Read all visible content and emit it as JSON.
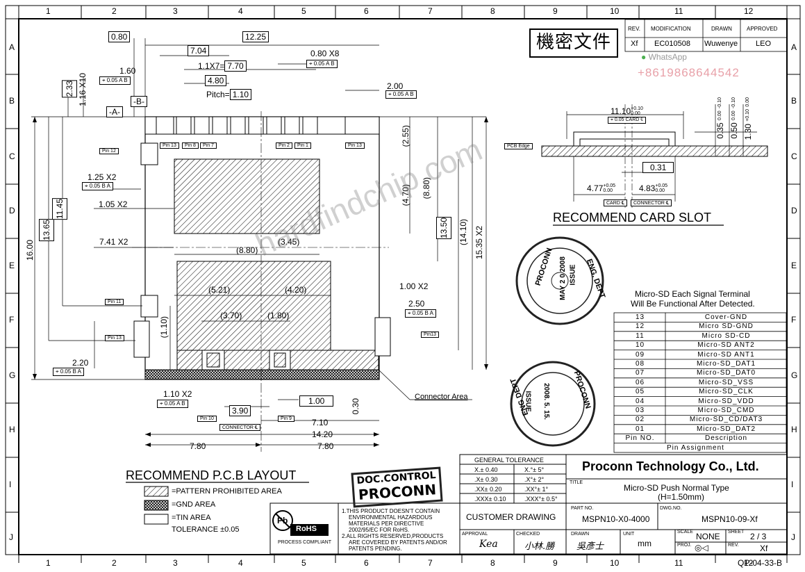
{
  "grid": {
    "cols": [
      "1",
      "2",
      "3",
      "4",
      "5",
      "6",
      "7",
      "8",
      "9",
      "10",
      "11",
      "12"
    ],
    "rows": [
      "A",
      "B",
      "C",
      "D",
      "E",
      "F",
      "G",
      "H",
      "I",
      "J"
    ]
  },
  "revision_table": {
    "headers": [
      "REV.",
      "MODIFICATION",
      "DRAWN",
      "APPROVED"
    ],
    "row": [
      "Xf",
      "EC010508",
      "Wuwenye",
      "LEO"
    ]
  },
  "stamp_confidential": "機密文件",
  "overlay": {
    "app": "WhatsApp",
    "phone": "+8619868644542"
  },
  "watermark": "hardfindchip.com",
  "pcb": {
    "title": "RECOMMEND P.C.B LAYOUT",
    "dims": {
      "d080": "0.80",
      "d1225": "12.25",
      "d704": "7.04",
      "d080x8": "0.80 X8",
      "d11x7": "1.1X7=",
      "d770": "7.70",
      "d160": "1.60",
      "d480": "4.80",
      "pitch": "Pitch=",
      "d110": "1.10",
      "d200": "2.00",
      "d233": "2.33",
      "d116x10": "1.16 X10",
      "refA": "-A-",
      "refB": "-B-",
      "d125x2": "1.25 X2",
      "d105x2": "1.05 X2",
      "d741x2": "7.41 X2",
      "d1600": "16.00",
      "d1365": "13.65",
      "d1145": "11.45",
      "d880p": "(8.80)",
      "d345p": "(3.45)",
      "d521p": "(5.21)",
      "d420p": "(4.20)",
      "d370p": "(3.70)",
      "d180p": "(1.80)",
      "d110p": "(1.10)",
      "d255p": "(2.55)",
      "d470p": "(4.70)",
      "d880v": "(8.80)",
      "d1350": "13.50",
      "d1410p": "(14.10)",
      "d1535x2": "15.35 X2",
      "d100x2": "1.00 X2",
      "d250": "2.50",
      "d220": "2.20",
      "d110x2": "1.10 X2",
      "d390": "3.90",
      "d100": "1.00",
      "d030": "0.30",
      "d710": "7.10",
      "d1420": "14.20",
      "d780a": "7.80",
      "d780b": "7.80"
    },
    "tol": {
      "t1": "0.05",
      "t1r": [
        "A",
        "B"
      ],
      "t2": "0.05",
      "t2r": [
        "A",
        "B"
      ],
      "t3": "0.05",
      "t3r": [
        "A",
        "B"
      ],
      "t4": "0.05",
      "t4r": [
        "B",
        "A"
      ],
      "t5": "0.05",
      "t5r": [
        "B",
        "A"
      ],
      "t6": "0.05",
      "t6r": [
        "B",
        "A"
      ],
      "t7": "0.05",
      "t7r": [
        "A",
        "B"
      ]
    },
    "pin_labels": {
      "p13a": "Pin 13",
      "p8": "Pin 8",
      "p7": "Pin 7",
      "p2": "Pin 2",
      "p1": "Pin 1",
      "p13b": "Pin 13",
      "p12": "Pin 12",
      "p11": "Pin 11",
      "p13c": "Pin 13",
      "p13d": "Pin13",
      "p10": "Pin 10",
      "p9": "Pin 9"
    },
    "connector_cl": "CONNECTOR ℄",
    "connector_area": "Connector Area",
    "legend": {
      "prohibited": "=PATTERN PROHIBITED AREA",
      "gnd": "=GND AREA",
      "tin": "=TIN AREA",
      "tolerance": "TOLERANCE ±0.05"
    }
  },
  "card_slot": {
    "title": "RECOMMEND CARD SLOT",
    "d1110": "11.10",
    "d1110_tol_up": "+0.10",
    "d1110_tol_dn": "0.00",
    "tol_val": "0.05",
    "tol_ref": "CARD ℄",
    "pcb_edge": "PCB Edge",
    "d035": "0.35",
    "d035_up": "0.00",
    "d035_dn": "-0.10",
    "d050": "0.50",
    "d050_up": "0.00",
    "d050_dn": "-0.10",
    "d130": "1.30",
    "d130_up": "+0.10",
    "d130_dn": "0.00",
    "d031": "0.31",
    "d477": "4.77",
    "d477_up": "+0.05",
    "d477_dn": "0.00",
    "d483": "4.83",
    "d483_up": "+0.05",
    "d483_dn": "0.00",
    "card_cl": "CARD ℄",
    "connector_cl": "CONNECTOR ℄"
  },
  "stamps": {
    "issue1": {
      "company": "PROCONN",
      "date": "MAY 2 0 2008",
      "text": "ISSUE",
      "dept": "ENG. DEPT"
    },
    "issue2": {
      "company": "PROCONN",
      "date": "2008. 5. 15.",
      "text": "ISSUE",
      "dept": "ENG DEPT"
    },
    "doc_control": [
      "DOC.CONTROL",
      "PROCONN"
    ]
  },
  "pin_assignment": {
    "note1": "Micro-SD Each Signal Terminal",
    "note2": "Will Be Functional After Detected.",
    "rows": [
      {
        "no": "13",
        "desc": "Cover-GND"
      },
      {
        "no": "12",
        "desc": "Micro SD-GND"
      },
      {
        "no": "11",
        "desc": "Micro SD-CD"
      },
      {
        "no": "10",
        "desc": "Micro-SD ANT2"
      },
      {
        "no": "09",
        "desc": "Micro-SD ANT1"
      },
      {
        "no": "08",
        "desc": "Micro-SD_DAT1"
      },
      {
        "no": "07",
        "desc": "Micro-SD_DAT0"
      },
      {
        "no": "06",
        "desc": "Micro-SD_VSS"
      },
      {
        "no": "05",
        "desc": "Micro-SD_CLK"
      },
      {
        "no": "04",
        "desc": "Micro-SD_VDD"
      },
      {
        "no": "03",
        "desc": "Micro-SD_CMD"
      },
      {
        "no": "02",
        "desc": "Micro-SD_CD/DAT3"
      },
      {
        "no": "01",
        "desc": "Micro-SD_DAT2"
      }
    ],
    "header_no": "Pin NO.",
    "header_desc": "Description",
    "caption": "Pin Assignment"
  },
  "title_block": {
    "tolerance_title": "GENERAL TOLERANCE",
    "tolerances": [
      [
        "X.± 0.40",
        "X.°± 5°"
      ],
      [
        ".X± 0.30",
        ".X°± 2°"
      ],
      [
        ".XX± 0.20",
        ".XX°± 1°"
      ],
      [
        ".XXX± 0.10",
        ".XXX°± 0.5°"
      ]
    ],
    "company": "Proconn Technology Co., Ltd.",
    "title_label": "TITLE",
    "title_line1": "Micro-SD Push Normal Type",
    "title_line2": "(H=1.50mm)",
    "notes": [
      "1.THIS PRODUCT DOESN'T CONTAIN",
      "ENVIRONMENTAL HAZARDOUS",
      "MATERIALS PER DIRECTIVE",
      "2002/95/EC FOR RoHS.",
      "2.ALL RIGHTS RESERVED,PRODUCTS",
      "ARE COVERED BY PATENTS AND/OR",
      "PATENTS PENDING."
    ],
    "rohs": {
      "pb": "Pb",
      "rohs": "RoHS",
      "caption": "PROCESS COMPLIANT"
    },
    "customer_drawing": "CUSTOMER DRAWING",
    "part_no_label": "PART NO.",
    "part_no": "MSPN10-X0-4000",
    "dwg_no_label": "DWG.NO.",
    "dwg_no": "MSPN10-09-Xf",
    "approval_label": "APPROVAL",
    "checked_label": "CHECKED",
    "drawn_label": "DRAWN",
    "unit_label": "UNIT",
    "unit": "mm",
    "scale_label": "SCALE",
    "scale": "NONE",
    "sheet_label": "SHEET",
    "sheet": "2 / 3",
    "proj_label": "PROJ.",
    "rev_label": "REV.",
    "rev": "Xf",
    "form_no": "QP-04-33-B"
  }
}
